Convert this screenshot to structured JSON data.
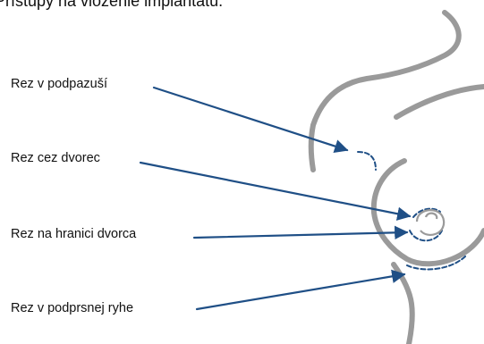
{
  "title": "Prístupy na vloženie implantátu.",
  "labels": {
    "axilla": "Rez v podpazuší",
    "areola": "Rez cez dvorec",
    "areola_border": "Rez na hranici dvorca",
    "inframammary": "Rez v podprsnej ryhe"
  },
  "colors": {
    "outline": "#9a9a9a",
    "arrow": "#1f4f86",
    "incision": "#1f4f86",
    "text": "#111111"
  }
}
